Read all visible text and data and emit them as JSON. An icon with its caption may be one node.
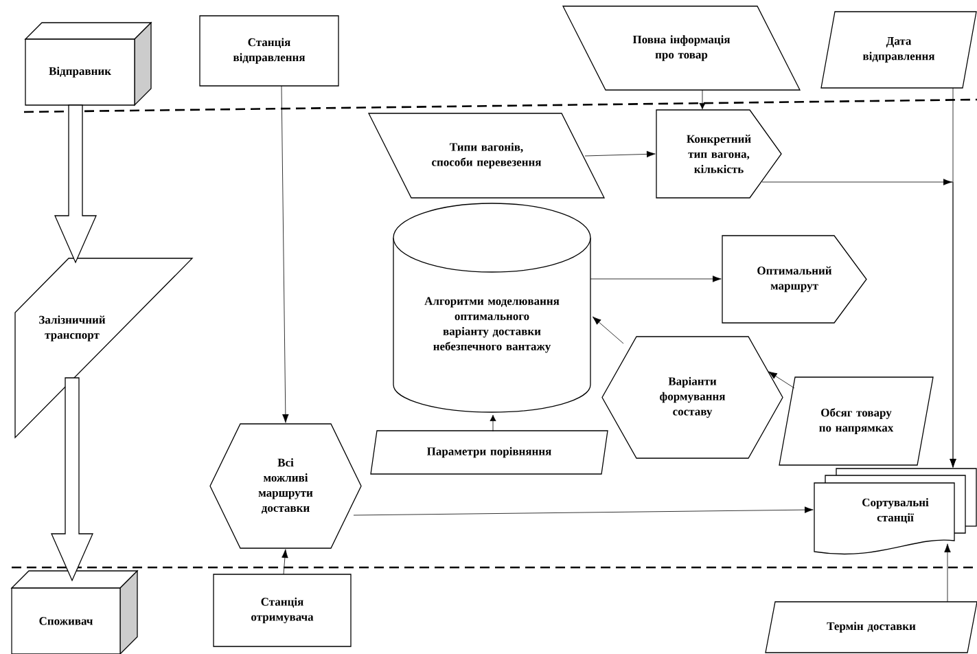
{
  "diagram": {
    "nodes": [
      {
        "text": [
          "Відправник"
        ]
      },
      {
        "text": [
          "Станція відправлення"
        ]
      },
      {
        "text": [
          "Повна інформація про товар"
        ]
      },
      {
        "text": [
          "Дата відправлення"
        ]
      },
      {
        "text": [
          "Типи вагонів, способи перевезення"
        ]
      },
      {
        "text": [
          "Конкретний тип вагона, кількість"
        ]
      },
      {
        "text": [
          "Залізничний транспорт"
        ]
      },
      {
        "text": [
          "Алгоритми моделювання оптимального варіанту доставки небезпечного вантажу"
        ]
      },
      {
        "text": [
          "Оптимальний маршрут"
        ]
      },
      {
        "text": [
          "Варіанти формування составу"
        ]
      },
      {
        "text": [
          "Обсяг товару по напрямках"
        ]
      },
      {
        "text": [
          "Параметри порівняння"
        ]
      },
      {
        "text": [
          "Всі можливі маршрути доставки"
        ]
      },
      {
        "text": [
          "Сортувальні станції"
        ]
      },
      {
        "text": [
          "Споживач"
        ]
      },
      {
        "text": [
          "Станція отримувача"
        ]
      },
      {
        "text": [
          "Термін доставки"
        ]
      }
    ],
    "edges": [
      {
        "from": 0,
        "to": 6,
        "arrow": "to",
        "style": "thick"
      },
      {
        "from": 6,
        "to": 14,
        "arrow": "to",
        "style": "thick"
      },
      {
        "from": 1,
        "to": 12,
        "arrow": "to"
      },
      {
        "from": 2,
        "to": 5,
        "arrow": "to"
      },
      {
        "from": 4,
        "to": 5,
        "arrow": "to"
      },
      {
        "from": 5,
        "to": 13,
        "arrow": "to"
      },
      {
        "from": 3,
        "to": 13,
        "arrow": "to"
      },
      {
        "from": 7,
        "to": 8,
        "arrow": "to"
      },
      {
        "from": 9,
        "to": 7,
        "arrow": "to"
      },
      {
        "from": 10,
        "to": 9,
        "arrow": "to"
      },
      {
        "from": 11,
        "to": 7,
        "arrow": "to"
      },
      {
        "from": 15,
        "to": 12,
        "arrow": "to"
      },
      {
        "from": 12,
        "to": 13,
        "arrow": "to"
      },
      {
        "from": 16,
        "to": 13,
        "arrow": "to"
      }
    ]
  }
}
